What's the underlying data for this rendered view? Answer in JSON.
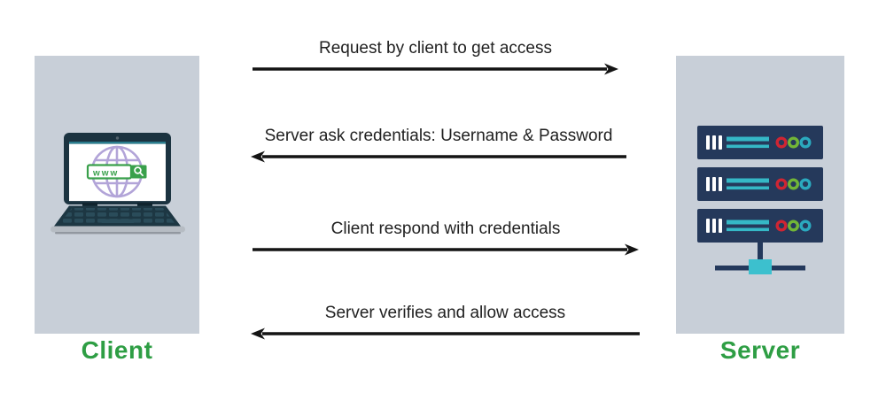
{
  "diagram": {
    "type": "sequence-flow",
    "actors": {
      "client": {
        "label": "Client",
        "icon": "laptop-browser-icon",
        "screen_text": "www"
      },
      "server": {
        "label": "Server",
        "icon": "server-rack-icon"
      }
    },
    "messages": [
      {
        "text": "Request by client to get access",
        "direction": "right"
      },
      {
        "text": "Server ask credentials: Username & Password",
        "direction": "left"
      },
      {
        "text": "Client respond with credentials",
        "direction": "right"
      },
      {
        "text": "Server verifies and allow access",
        "direction": "left"
      }
    ],
    "colors": {
      "panel_gray": "#c8cfd8",
      "actor_label_green": "#2e9e44",
      "arrow_black": "#141414",
      "message_text": "#212121",
      "laptop_dark": "#1b3340",
      "globe_purple": "#b2a4d8",
      "search_green": "#39a04b",
      "server_navy": "#25395b",
      "server_line_teal": "#35b8c6",
      "network_cyan": "#3cc0ce",
      "led_red": "#cf2533",
      "led_green": "#72b637",
      "led_cyan": "#2ba9be"
    }
  }
}
